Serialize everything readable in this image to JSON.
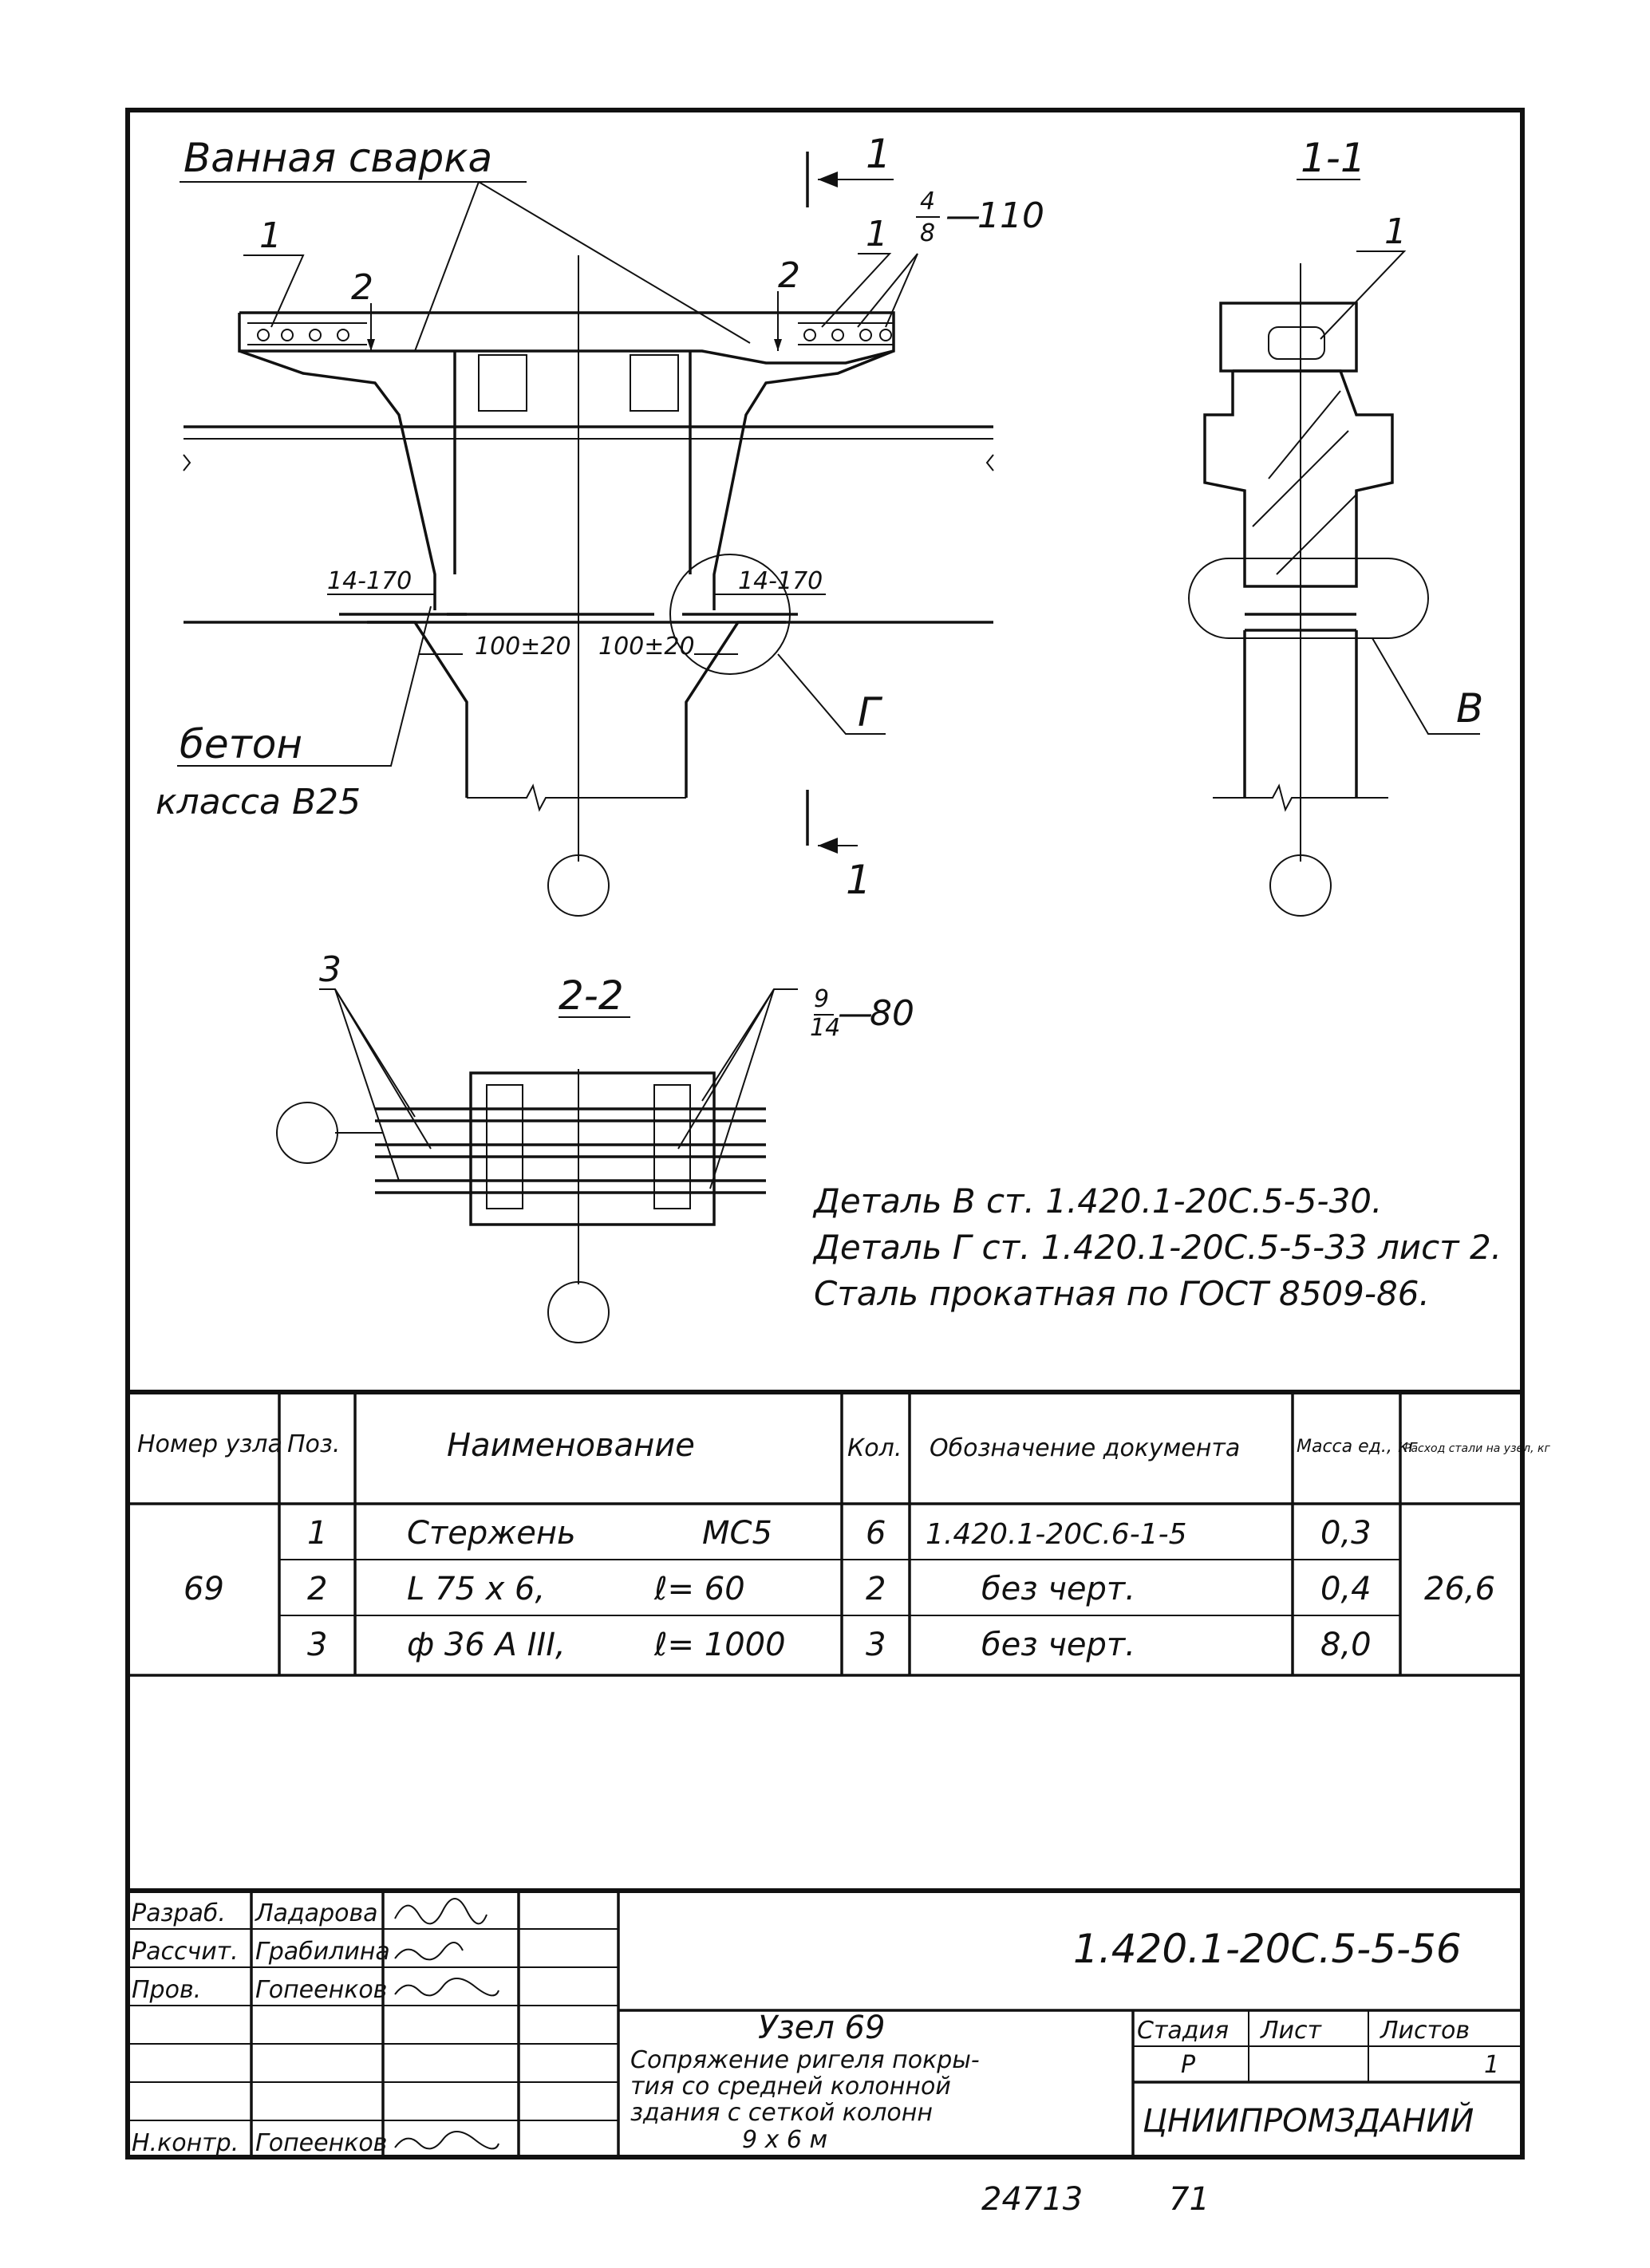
{
  "drawing": {
    "labels": {
      "bath_welding": "Ванная сварка",
      "concrete_line1": "бетон",
      "concrete_line2": "класса В25",
      "section_1_1": "1-1",
      "section_2_2": "2-2",
      "cut_mark": "1",
      "callout_1": "1",
      "callout_2": "2",
      "callout_3": "3",
      "weld_4_8_num": "4",
      "weld_4_8_den": "8",
      "weld_4_8_len": "110",
      "weld_9_14_num": "9",
      "weld_9_14_den": "14",
      "weld_9_14_len": "80",
      "dim_14_170": "14-170",
      "dim_100_20": "100±20",
      "detail_G": "Г",
      "detail_V": "В"
    },
    "notes": [
      "Деталь В ст. 1.420.1-20С.5-5-30.",
      "Деталь Г ст. 1.420.1-20С.5-5-33 лист 2.",
      "Сталь прокатная по ГОСТ 8509-86."
    ]
  },
  "spec_table": {
    "headers": {
      "node": "Номер узла",
      "pos": "Поз.",
      "name": "Наименование",
      "qty": "Кол.",
      "doc": "Обозначение документа",
      "mass": "Масса ед., кг",
      "steel": "Расход стали на узел, кг"
    },
    "node_number": "69",
    "rows": [
      {
        "pos": "1",
        "name": "Стержень",
        "param": "МС5",
        "qty": "6",
        "doc": "1.420.1-20С.6-1-5",
        "mass": "0,3"
      },
      {
        "pos": "2",
        "name": "L 75 x 6,",
        "param": "ℓ= 60",
        "qty": "2",
        "doc": "без черт.",
        "mass": "0,4"
      },
      {
        "pos": "3",
        "name": "ф 36 А III,",
        "param": "ℓ= 1000",
        "qty": "3",
        "doc": "без черт.",
        "mass": "8,0"
      }
    ],
    "steel_total": "26,6"
  },
  "title_block": {
    "roles": [
      {
        "role": "Разраб.",
        "name": "Ладарова"
      },
      {
        "role": "Рассчит.",
        "name": "Грабилина"
      },
      {
        "role": "Пров.",
        "name": "Гопеенков"
      },
      {
        "role": "",
        "name": ""
      },
      {
        "role": "",
        "name": ""
      },
      {
        "role": "",
        "name": ""
      },
      {
        "role": "Н.контр.",
        "name": "Гопеенков"
      }
    ],
    "doc_code": "1.420.1-20С.5-5-56",
    "title_lines": [
      "Узел 69",
      "Сопряжение ригеля покры-",
      "тия со средней колонной",
      "здания с сеткой колонн",
      "9 х 6 м"
    ],
    "stage_label": "Стадия",
    "sheet_label": "Лист",
    "sheets_label": "Листов",
    "stage": "Р",
    "sheet": "",
    "sheets": "1",
    "org": "ЦНИИПРОМЗДАНИЙ"
  },
  "footer": {
    "inv": "24713",
    "page": "71"
  }
}
